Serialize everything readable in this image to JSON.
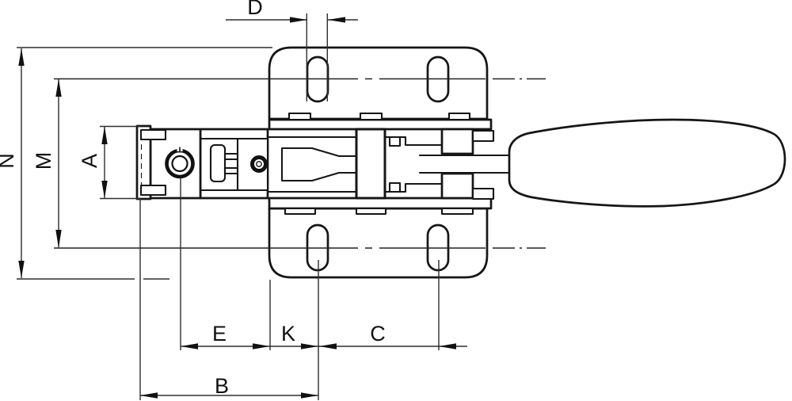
{
  "drawing": {
    "type": "technical-drawing-toggle-clamp-top-view",
    "background": "#ffffff",
    "line_color": "#161616",
    "dimension_line_color": "#2e2e2e",
    "label_color": "#111111"
  },
  "dimensions": {
    "D": {
      "label": "D"
    },
    "N": {
      "label": "N"
    },
    "M": {
      "label": "M"
    },
    "A": {
      "label": "A"
    },
    "E": {
      "label": "E"
    },
    "K": {
      "label": "K"
    },
    "C": {
      "label": "C"
    },
    "B": {
      "label": "B"
    }
  }
}
